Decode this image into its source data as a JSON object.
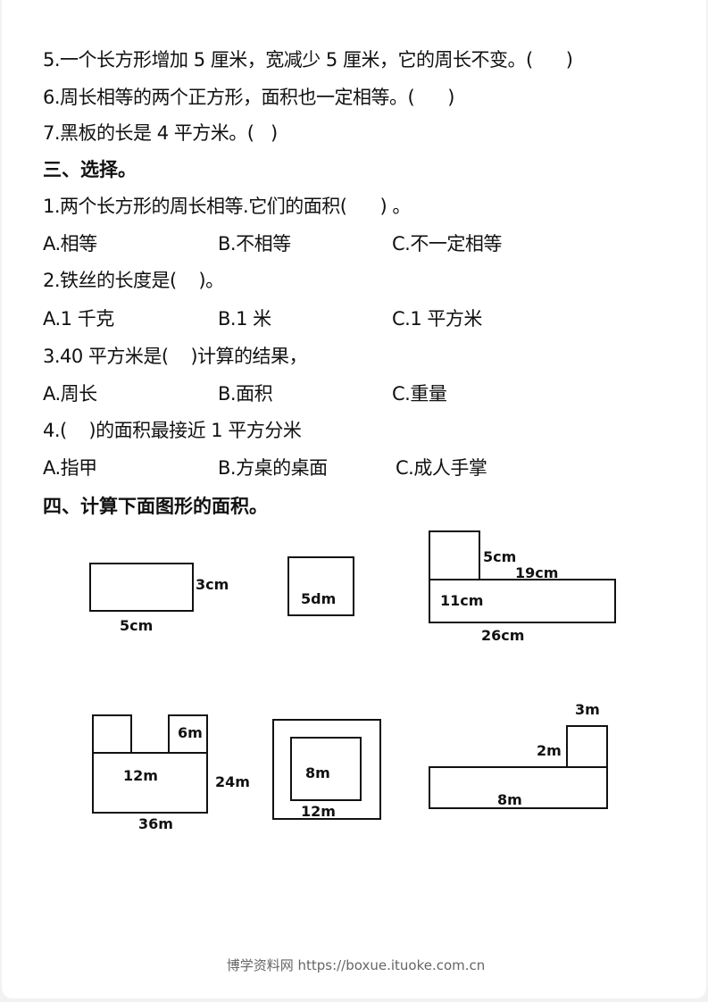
{
  "judgement": {
    "items": [
      "5.一个长方形增加 5 厘米，宽减少 5 厘米，它的周长不变。(      )",
      "6.周长相等的两个正方形，面积也一定相等。(      )",
      "7.黑板的长是 4 平方米。(   )"
    ]
  },
  "choice": {
    "title": "三、选择。",
    "questions": [
      {
        "stem": "1.两个长方形的周长相等.它们的面积(      ) 。",
        "options": [
          "A.相等",
          "B.不相等",
          "C.不一定相等"
        ]
      },
      {
        "stem": "2.铁丝的长度是(    )。",
        "options": [
          "A.1 千克",
          "B.1 米",
          "C.1 平方米"
        ]
      },
      {
        "stem": "3.40 平方米是(    )计算的结果，",
        "options": [
          "A.周长",
          "B.面积",
          "C.重量"
        ]
      },
      {
        "stem": "4.(    )的面积最接近 1 平方分米",
        "options": [
          "A.指甲",
          "B.方桌的桌面",
          "C.成人手掌"
        ]
      }
    ]
  },
  "area": {
    "title": "四、计算下面图形的面积。",
    "figures": [
      {
        "labels": [
          "3cm",
          "5cm"
        ]
      },
      {
        "labels": [
          "5dm"
        ]
      },
      {
        "labels": [
          "5cm",
          "19cm",
          "11cm",
          "26cm"
        ]
      },
      {
        "labels": [
          "6m",
          "12m",
          "24m",
          "36m"
        ]
      },
      {
        "labels": [
          "8m",
          "12m"
        ]
      },
      {
        "labels": [
          "3m",
          "2m",
          "8m"
        ]
      }
    ]
  },
  "footer": {
    "text": "博学资料网 https://boxue.ituoke.com.cn"
  }
}
